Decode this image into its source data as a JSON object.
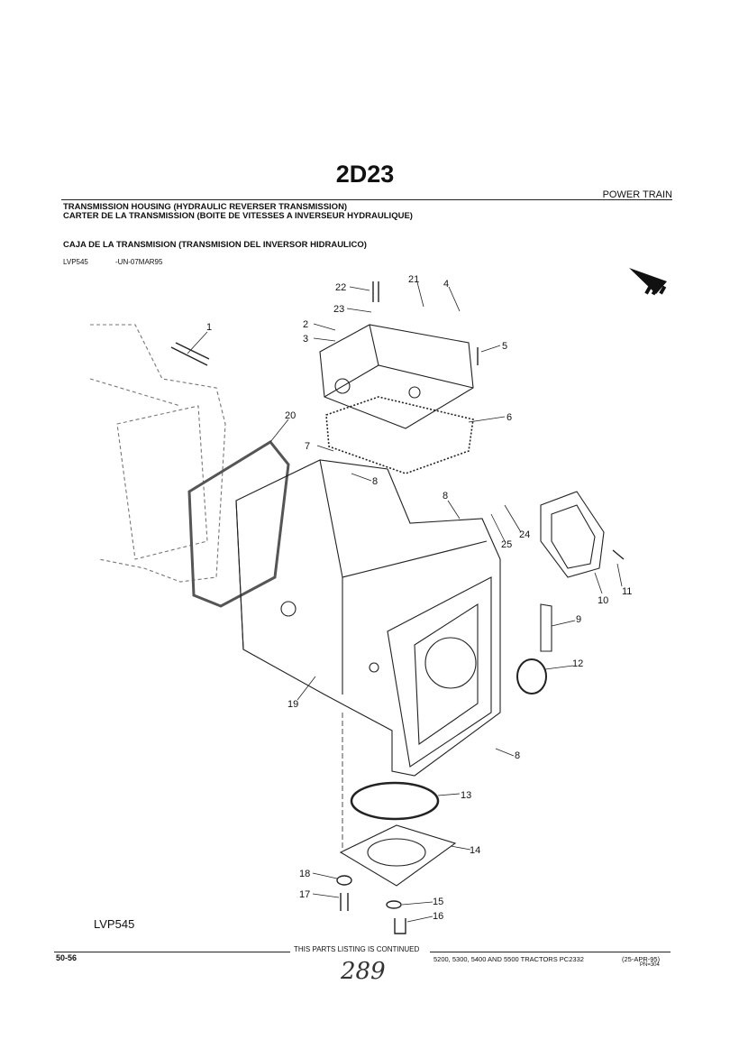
{
  "header": {
    "page_code": "2D23",
    "section": "POWER TRAIN",
    "title_en": "TRANSMISSION HOUSING (HYDRAULIC REVERSER TRANSMISSION)",
    "title_fr": "CARTER DE LA TRANSMISSION (BOITE DE VITESSES A INVERSEUR HYDRAULIQUE)",
    "title_es": "CAJA DE LA TRANSMISION (TRANSMISION DEL INVERSOR HIDRAULICO)",
    "illustration_ref": "LVP545",
    "revision": "-UN-07MAR95"
  },
  "diagram": {
    "callouts": [
      "22",
      "23",
      "21",
      "4",
      "2",
      "3",
      "1",
      "5",
      "6",
      "20",
      "7",
      "8",
      "8",
      "24",
      "25",
      "11",
      "10",
      "9",
      "12",
      "19",
      "8",
      "13",
      "14",
      "18",
      "17",
      "15",
      "16"
    ],
    "illustration_label": "LVP545"
  },
  "footer": {
    "continued": "THIS PARTS LISTING IS CONTINUED",
    "page_number": "50-56",
    "models": "5200, 5300, 5400 AND 5500 TRACTORS   PC2332",
    "date": "(25-APR-95)",
    "pn": "PN=304",
    "handwritten": "289"
  }
}
